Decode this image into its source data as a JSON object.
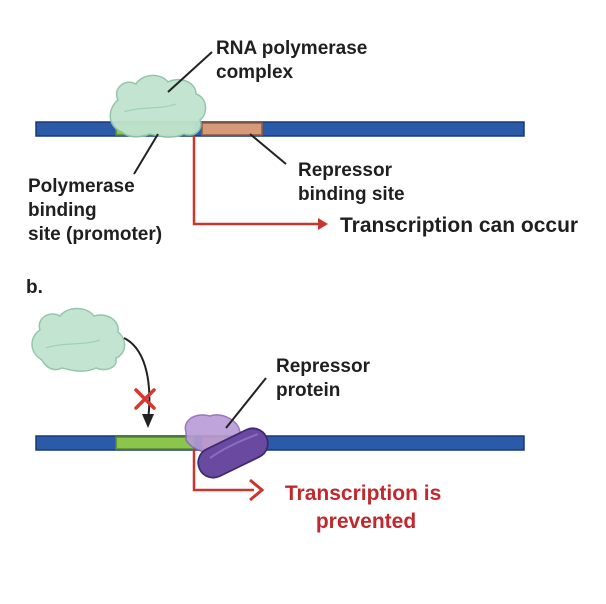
{
  "panel_a": {
    "rna_polymerase_label": [
      "RNA polymerase",
      "complex"
    ],
    "promoter_label": [
      "Polymerase",
      "binding",
      "site (promoter)"
    ],
    "repressor_site_label": [
      "Repressor",
      "binding site"
    ],
    "transcription_label": "Transcription can occur"
  },
  "panel_b": {
    "panel_label": "b.",
    "repressor_protein_label": [
      "Repressor",
      "protein"
    ],
    "transcription_label": [
      "Transcription is",
      "prevented"
    ]
  },
  "colors": {
    "dna": "#2a5aa8",
    "dna_edge": "#173a78",
    "promoter": "#8cc54b",
    "operator": "#d69a7a",
    "polymerase": "#bfe3cf",
    "repressor": "#6a4aa0",
    "repressor_light": "#b89bd4",
    "arrow": "#c8362f"
  }
}
